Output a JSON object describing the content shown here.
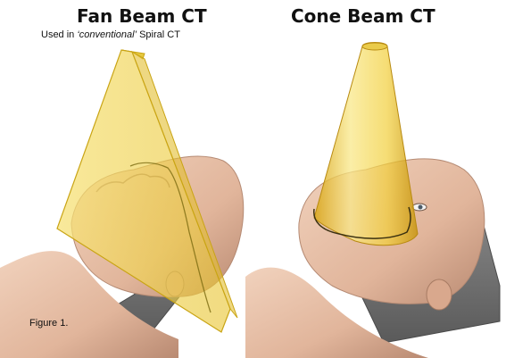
{
  "panels": {
    "fan": {
      "title": "Fan Beam CT",
      "subtitle_prefix": "Used in ",
      "subtitle_emphasis": "‘conventional’",
      "subtitle_suffix": " Spiral CT"
    },
    "cone": {
      "title": "Cone Beam CT"
    }
  },
  "figure_label": "Figure 1.",
  "colors": {
    "beam_yellow": "#f2d23a",
    "beam_edge": "#c9a414",
    "skin": "#e6bfa6",
    "skin_shadow": "#c08f76",
    "table_gray": "#6e6e6e",
    "table_edge": "#4a4a4a"
  }
}
